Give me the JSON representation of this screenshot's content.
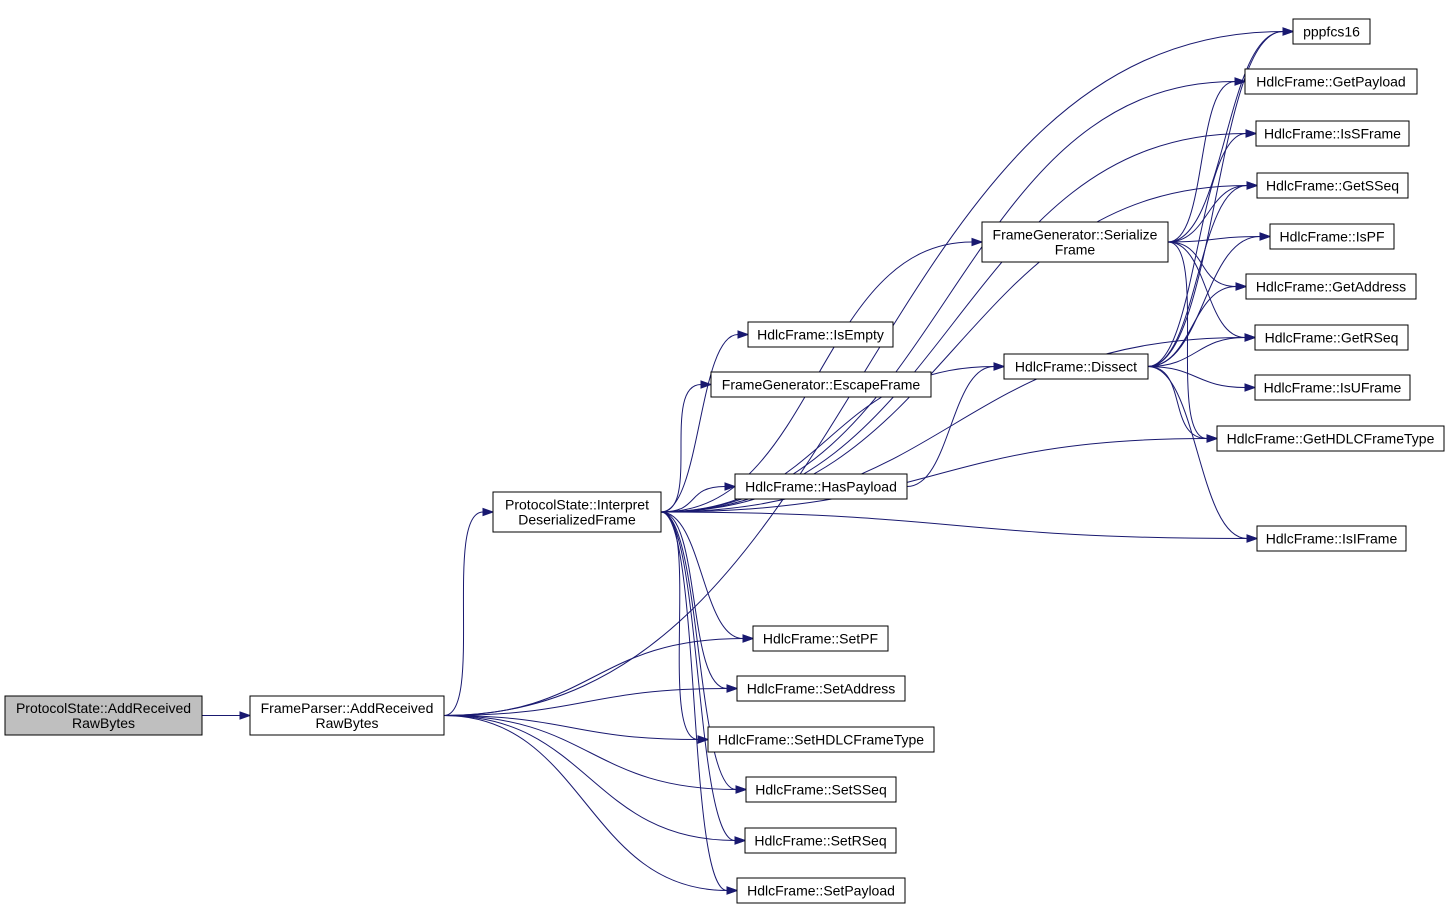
{
  "diagram": {
    "colors": {
      "edge": "#191970",
      "root_fill": "#bfbfbf",
      "node_fill": "#ffffff",
      "node_stroke": "#000000"
    },
    "nodes": {
      "root": {
        "lines": [
          "ProtocolState::AddReceived",
          "RawBytes"
        ]
      },
      "fp_add": {
        "lines": [
          "FrameParser::AddReceived",
          "RawBytes"
        ]
      },
      "ps_interp": {
        "lines": [
          "ProtocolState::Interpret",
          "DeserializedFrame"
        ]
      },
      "pppfcs16": {
        "lines": [
          "pppfcs16"
        ]
      },
      "getpayload": {
        "lines": [
          "HdlcFrame::GetPayload"
        ]
      },
      "issframe": {
        "lines": [
          "HdlcFrame::IsSFrame"
        ]
      },
      "getsseq": {
        "lines": [
          "HdlcFrame::GetSSeq"
        ]
      },
      "fg_serial": {
        "lines": [
          "FrameGenerator::Serialize",
          "Frame"
        ]
      },
      "ispf": {
        "lines": [
          "HdlcFrame::IsPF"
        ]
      },
      "getaddress": {
        "lines": [
          "HdlcFrame::GetAddress"
        ]
      },
      "isempty": {
        "lines": [
          "HdlcFrame::IsEmpty"
        ]
      },
      "getrseq": {
        "lines": [
          "HdlcFrame::GetRSeq"
        ]
      },
      "escape": {
        "lines": [
          "FrameGenerator::EscapeFrame"
        ]
      },
      "dissect": {
        "lines": [
          "HdlcFrame::Dissect"
        ]
      },
      "isuframe": {
        "lines": [
          "HdlcFrame::IsUFrame"
        ]
      },
      "gethdlc": {
        "lines": [
          "HdlcFrame::GetHDLCFrameType"
        ]
      },
      "haspayload": {
        "lines": [
          "HdlcFrame::HasPayload"
        ]
      },
      "isiframe": {
        "lines": [
          "HdlcFrame::IsIFrame"
        ]
      },
      "setpf": {
        "lines": [
          "HdlcFrame::SetPF"
        ]
      },
      "setaddress": {
        "lines": [
          "HdlcFrame::SetAddress"
        ]
      },
      "sethdlc": {
        "lines": [
          "HdlcFrame::SetHDLCFrameType"
        ]
      },
      "setsseq": {
        "lines": [
          "HdlcFrame::SetSSeq"
        ]
      },
      "setrseq": {
        "lines": [
          "HdlcFrame::SetRSeq"
        ]
      },
      "setpayload": {
        "lines": [
          "HdlcFrame::SetPayload"
        ]
      }
    },
    "edges": [
      [
        "root",
        "fp_add"
      ],
      [
        "fp_add",
        "pppfcs16"
      ],
      [
        "fp_add",
        "ps_interp"
      ],
      [
        "fp_add",
        "setpf"
      ],
      [
        "fp_add",
        "setaddress"
      ],
      [
        "fp_add",
        "sethdlc"
      ],
      [
        "fp_add",
        "setsseq"
      ],
      [
        "fp_add",
        "setrseq"
      ],
      [
        "fp_add",
        "setpayload"
      ],
      [
        "ps_interp",
        "getpayload"
      ],
      [
        "ps_interp",
        "issframe"
      ],
      [
        "ps_interp",
        "getsseq"
      ],
      [
        "ps_interp",
        "fg_serial"
      ],
      [
        "ps_interp",
        "getrseq"
      ],
      [
        "ps_interp",
        "isempty"
      ],
      [
        "ps_interp",
        "escape"
      ],
      [
        "ps_interp",
        "dissect"
      ],
      [
        "ps_interp",
        "haspayload"
      ],
      [
        "ps_interp",
        "gethdlc"
      ],
      [
        "ps_interp",
        "isiframe"
      ],
      [
        "ps_interp",
        "setpf"
      ],
      [
        "ps_interp",
        "setaddress"
      ],
      [
        "ps_interp",
        "sethdlc"
      ],
      [
        "ps_interp",
        "setsseq"
      ],
      [
        "ps_interp",
        "setrseq"
      ],
      [
        "ps_interp",
        "setpayload"
      ],
      [
        "fg_serial",
        "pppfcs16"
      ],
      [
        "fg_serial",
        "getpayload"
      ],
      [
        "fg_serial",
        "getsseq"
      ],
      [
        "fg_serial",
        "ispf"
      ],
      [
        "fg_serial",
        "getaddress"
      ],
      [
        "fg_serial",
        "getrseq"
      ],
      [
        "fg_serial",
        "gethdlc"
      ],
      [
        "dissect",
        "pppfcs16"
      ],
      [
        "dissect",
        "issframe"
      ],
      [
        "dissect",
        "getsseq"
      ],
      [
        "dissect",
        "ispf"
      ],
      [
        "dissect",
        "getaddress"
      ],
      [
        "dissect",
        "getrseq"
      ],
      [
        "dissect",
        "isuframe"
      ],
      [
        "dissect",
        "gethdlc"
      ],
      [
        "dissect",
        "isiframe"
      ],
      [
        "haspayload",
        "dissect"
      ]
    ]
  }
}
